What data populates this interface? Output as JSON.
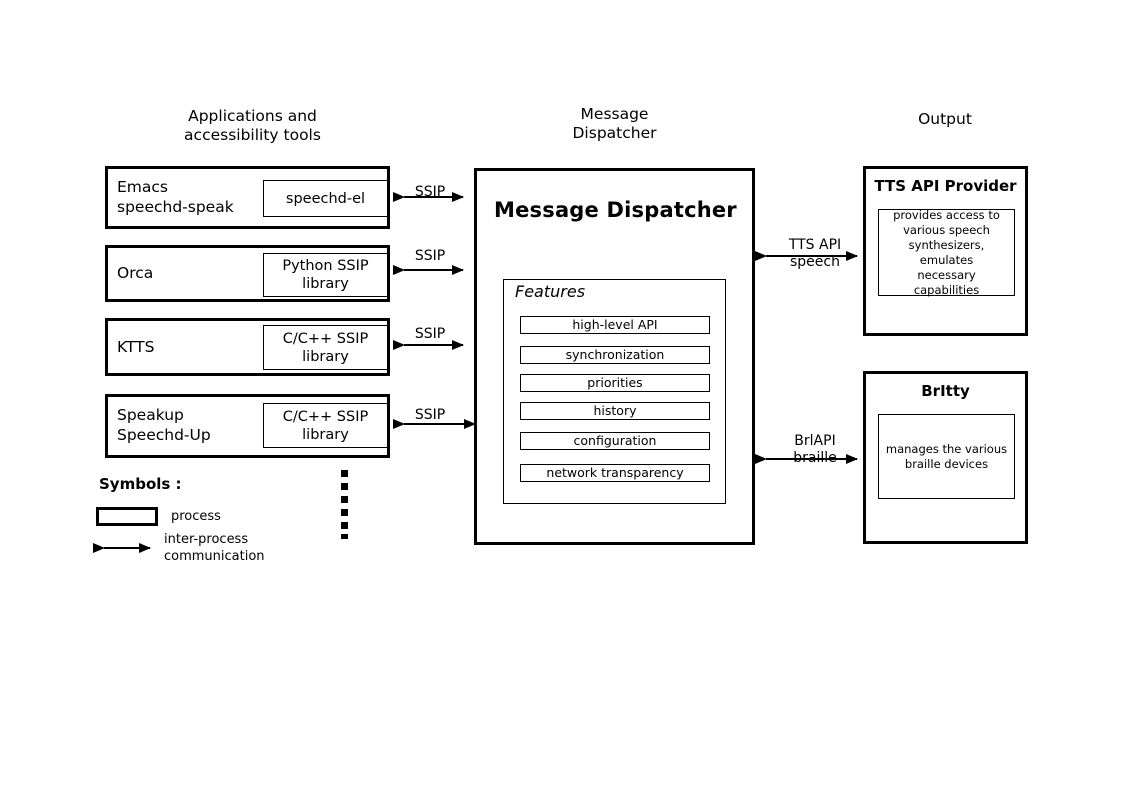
{
  "columns": {
    "left": {
      "heading": "Applications and\naccessibility tools"
    },
    "center": {
      "heading": "Message\nDispatcher"
    },
    "right": {
      "heading": "Output"
    }
  },
  "applications": [
    {
      "name": "Emacs\n  speechd-speak",
      "library": "speechd-el",
      "protocol": "SSIP"
    },
    {
      "name": "Orca",
      "library": "Python SSIP\nlibrary",
      "protocol": "SSIP"
    },
    {
      "name": "KTTS",
      "library": "C/C++ SSIP\nlibrary",
      "protocol": "SSIP"
    },
    {
      "name": "Speakup\n  Speechd-Up",
      "library": "C/C++ SSIP\nlibrary",
      "protocol": "SSIP"
    }
  ],
  "dispatcher": {
    "title": "Message Dispatcher",
    "features_title": "Features",
    "features": [
      "high-level API",
      "synchronization",
      "priorities",
      "history",
      "configuration",
      "network transparency"
    ]
  },
  "outputs": [
    {
      "title": "TTS API Provider",
      "description": "provides access to\nvarious speech\nsynthesizers, emulates\nnecessary capabilities",
      "protocol": "TTS API\nspeech"
    },
    {
      "title": "BrItty",
      "description": "manages the various\nbraille devices",
      "protocol": "BrlAPI\nbraille"
    }
  ],
  "legend": {
    "title": "Symbols :",
    "process_label": "process",
    "communication_label": "inter-process\ncommunication"
  },
  "colors": {
    "stroke": "#000000",
    "background": "#ffffff"
  }
}
